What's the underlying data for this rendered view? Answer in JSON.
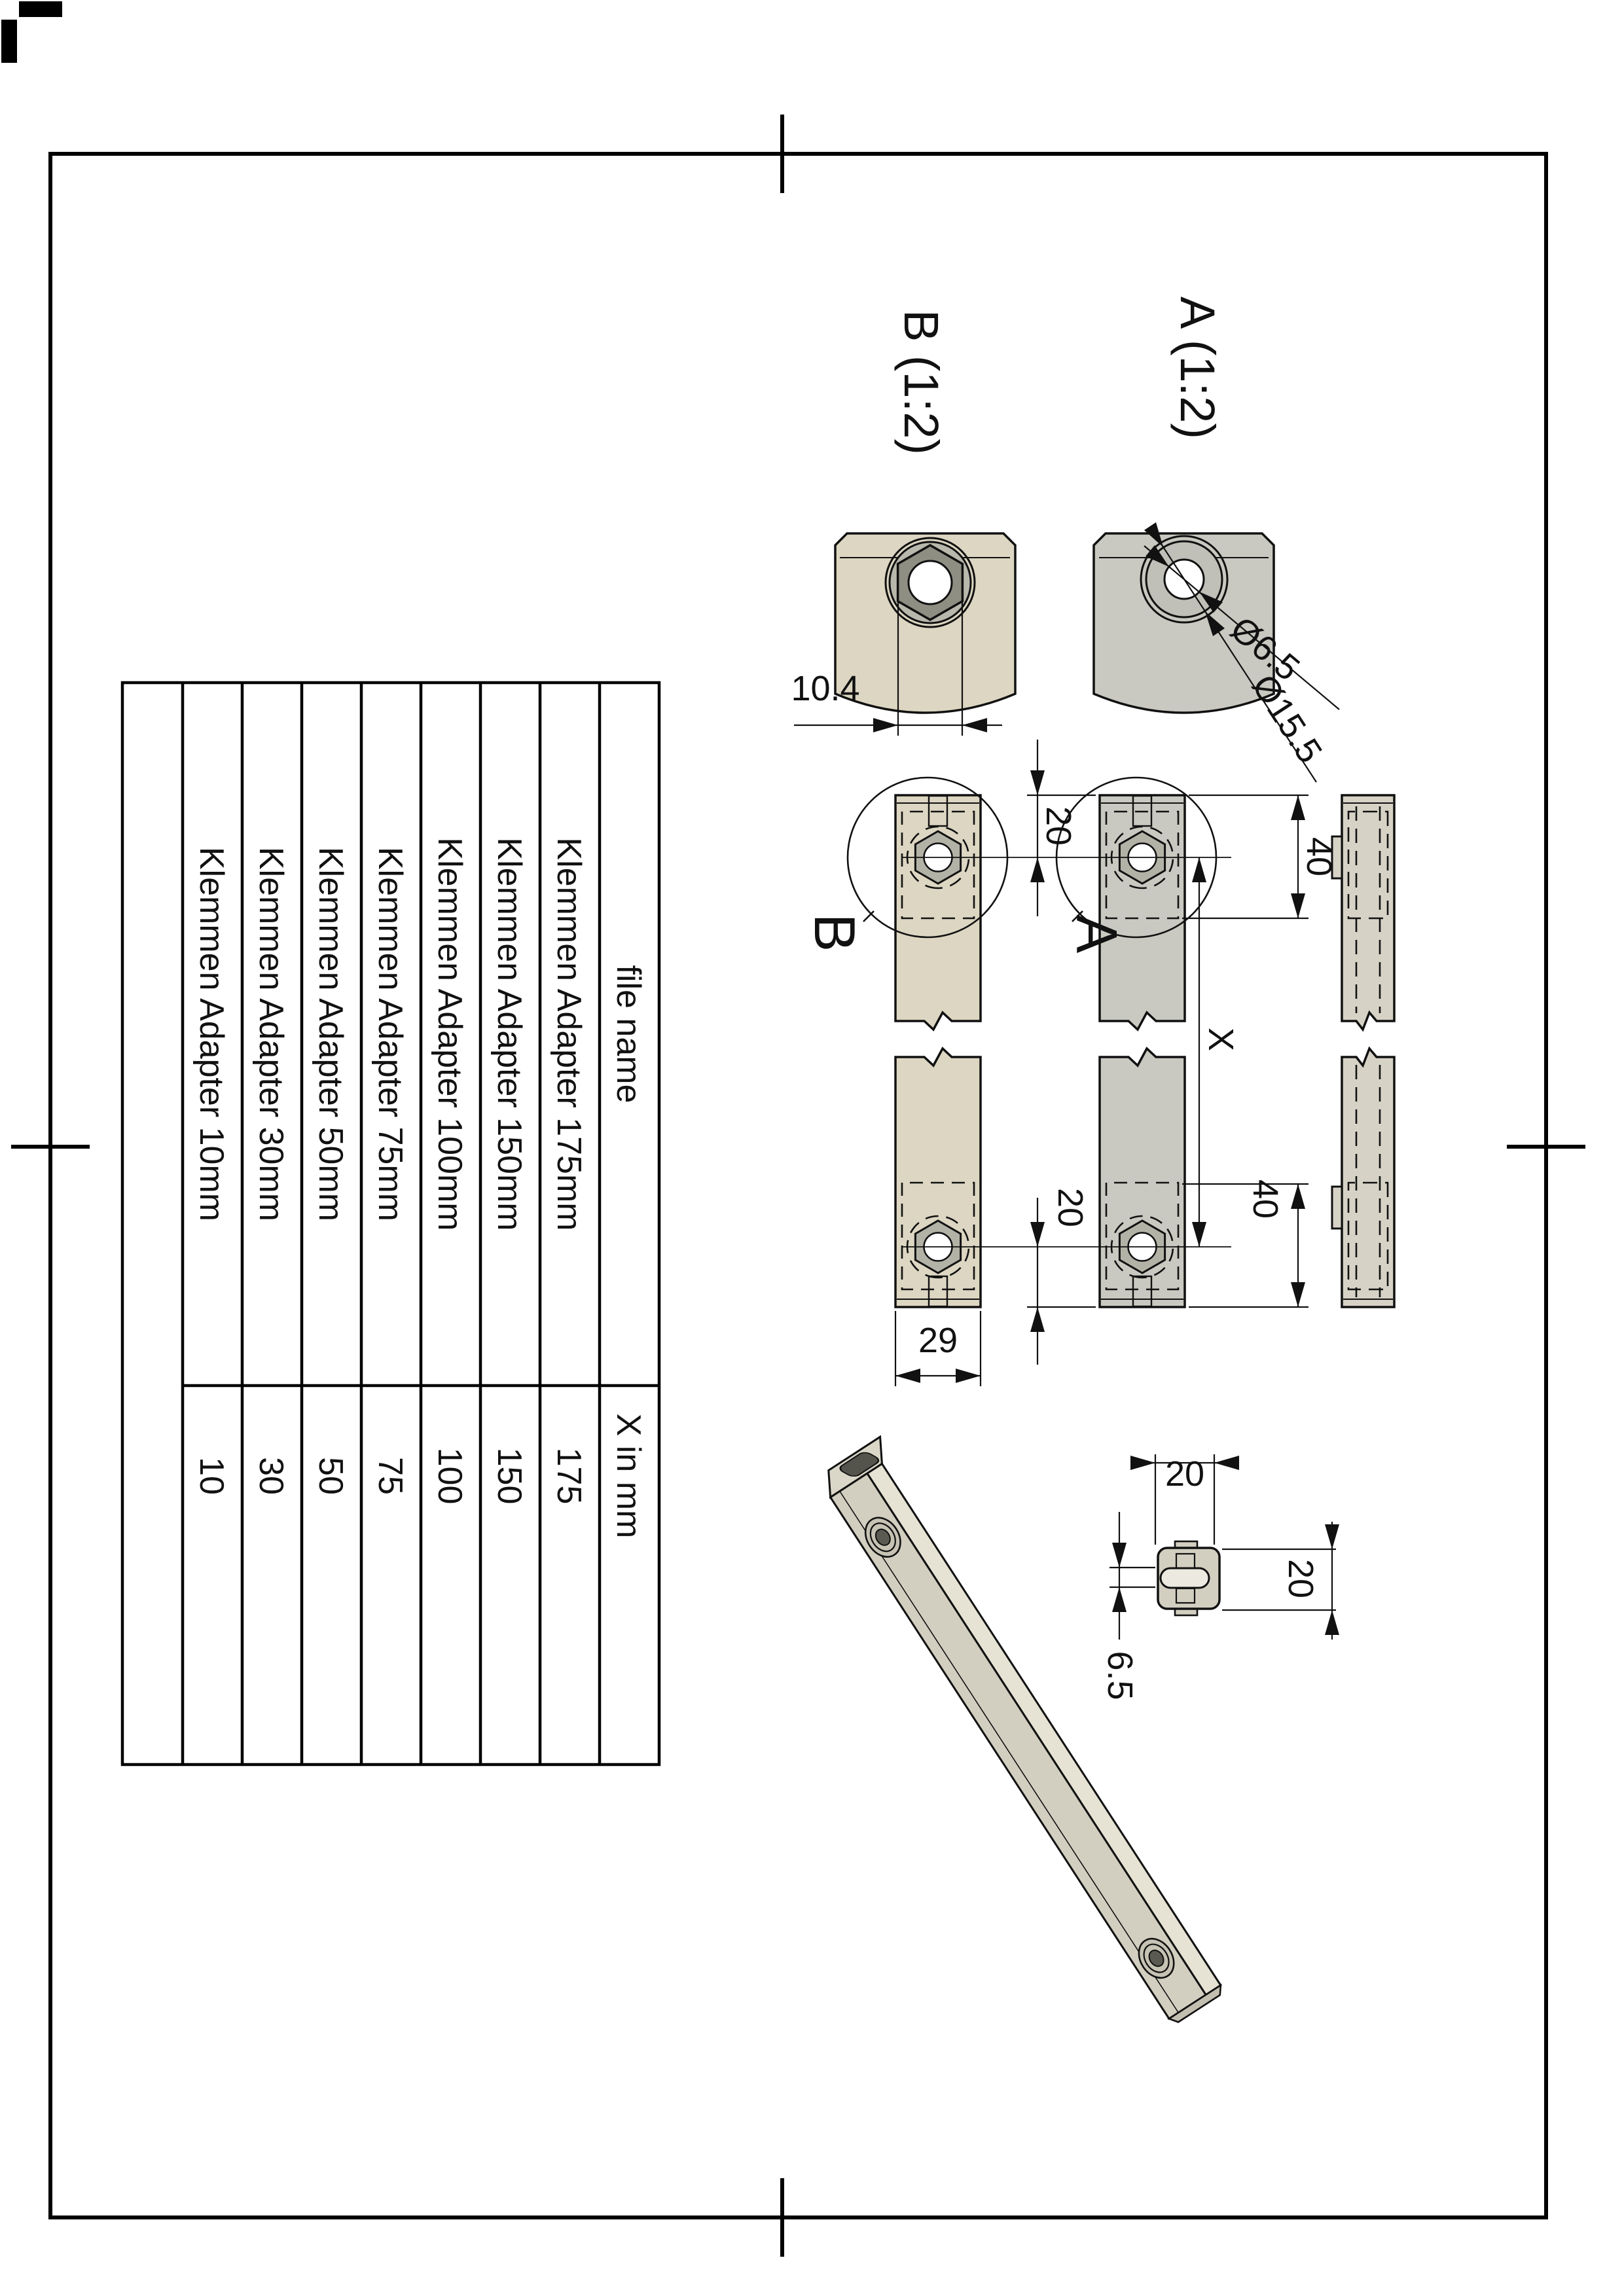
{
  "drawing": {
    "detail_b": {
      "label": "B (1:2)",
      "dim_hex_width": "10.4"
    },
    "detail_a": {
      "label": "A (1:2)",
      "dim_hole": "Ø6.5",
      "dim_counterbore": "Ø15.5"
    },
    "views": {
      "label_a": "A",
      "label_b": "B",
      "dim_left_20": "20",
      "dim_left_40": "40",
      "dim_length_x": "X",
      "dim_right_20": "20",
      "dim_right_40": "40",
      "dim_width_29": "29"
    },
    "end_view": {
      "dim_width": "20",
      "dim_height": "20",
      "dim_slot": "6.5"
    },
    "table": {
      "header_name": "file name",
      "header_x": "X in mm",
      "rows": [
        {
          "name": "Klemmen Adapter 175mm",
          "x": "175"
        },
        {
          "name": "Klemmen Adapter 150mm",
          "x": "150"
        },
        {
          "name": "Klemmen Adapter 100mm",
          "x": "100"
        },
        {
          "name": "Klemmen Adapter 75mm",
          "x": "75"
        },
        {
          "name": "Klemmen Adapter 50mm",
          "x": "50"
        },
        {
          "name": "Klemmen Adapter 30mm",
          "x": "30"
        },
        {
          "name": "Klemmen Adapter 10mm",
          "x": "10"
        }
      ]
    }
  }
}
